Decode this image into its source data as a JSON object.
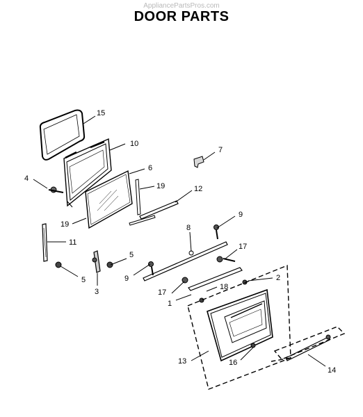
{
  "watermark": "AppliancePartsPros.com",
  "title": "DOOR PARTS",
  "callouts": {
    "c15": "15",
    "c10": "10",
    "c7": "7",
    "c6": "6",
    "c4": "4",
    "c19a": "19",
    "c12": "12",
    "c19b": "19",
    "c9a": "9",
    "c8": "8",
    "c11": "11",
    "c5a": "5",
    "c17a": "17",
    "c5b": "5",
    "c9b": "9",
    "c3": "3",
    "c2": "2",
    "c18": "18",
    "c17b": "17",
    "c1": "1",
    "c13": "13",
    "c16": "16",
    "c14": "14"
  }
}
